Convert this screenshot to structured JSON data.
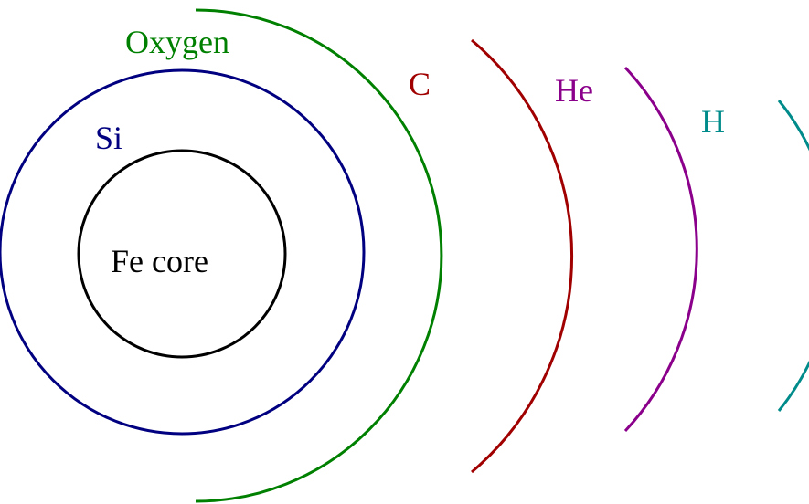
{
  "diagram": {
    "layers": {
      "core": {
        "label": "Fe core",
        "color": "#000000"
      },
      "si": {
        "label": "Si",
        "color": "#000080"
      },
      "oxygen": {
        "label": "Oxygen",
        "color": "#008000"
      },
      "carbon": {
        "label": "C",
        "color": "#a00000"
      },
      "helium": {
        "label": "He",
        "color": "#8b008b"
      },
      "hydrogen": {
        "label": "H",
        "color": "#008b8b"
      }
    }
  }
}
